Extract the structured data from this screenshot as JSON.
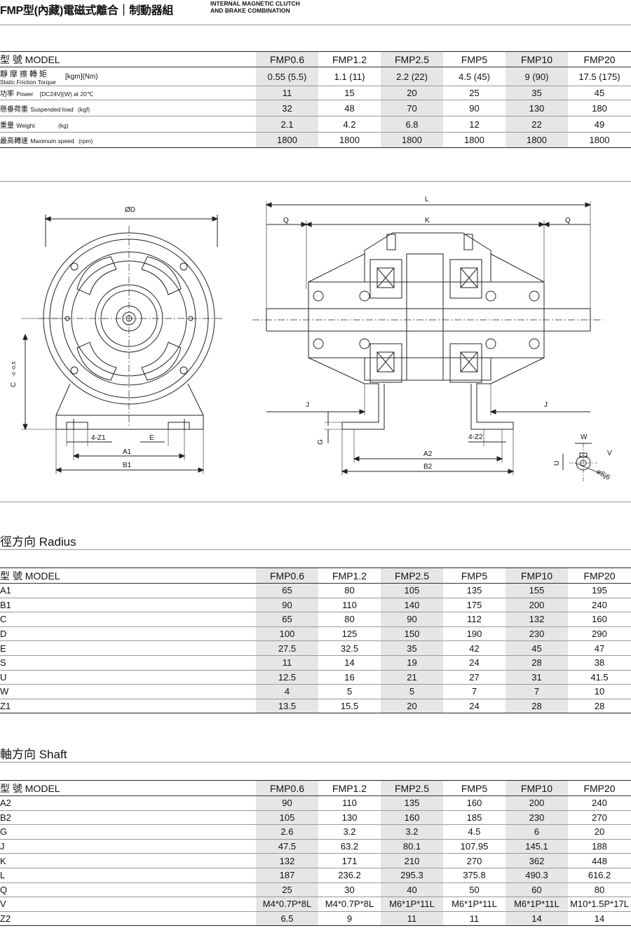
{
  "header": {
    "title": "FMP型(內藏)電磁式離合｜制動器組",
    "subtitle_line1": "INTERNAL MAGNETIC CLUTCH",
    "subtitle_line2": "AND BRAKE COMBINATION"
  },
  "models": [
    "FMP0.6",
    "FMP1.2",
    "FMP2.5",
    "FMP5",
    "FMP10",
    "FMP20"
  ],
  "spec": {
    "model_label": "型 號 MODEL",
    "rows": [
      {
        "zh": "靜摩擦轉矩",
        "en": "Static Friction Torque",
        "unit": "[kgm](Nm)",
        "values": [
          "0.55 (5.5)",
          "1.1 (11)",
          "2.2 (22)",
          "4.5 (45)",
          "9 (90)",
          "17.5 (175)"
        ]
      },
      {
        "zh": "功率",
        "en": "Power",
        "unit": "[DC24V](W) at 20℃",
        "values": [
          "11",
          "15",
          "20",
          "25",
          "35",
          "45"
        ]
      },
      {
        "zh": "懸垂荷重",
        "en": "Suspended load",
        "unit": "(kgf)",
        "values": [
          "32",
          "48",
          "70",
          "90",
          "130",
          "180"
        ]
      },
      {
        "zh": "重量",
        "en": "Weight",
        "unit": "(kg)",
        "values": [
          "2.1",
          "4.2",
          "6.8",
          "12",
          "22",
          "49"
        ]
      },
      {
        "zh": "最高轉速",
        "en": "Maximum speed",
        "unit": "(rpm)",
        "values": [
          "1800",
          "1800",
          "1800",
          "1800",
          "1800",
          "1800"
        ]
      }
    ]
  },
  "drawing": {
    "labels": {
      "od": "ØD",
      "c": "C",
      "c_tol": "-0\n-0.5",
      "four_z1": "4-Z1",
      "e": "E",
      "a1": "A1",
      "b1": "B1",
      "l": "L",
      "q": "Q",
      "k": "K",
      "j": "J",
      "g": "G",
      "a2": "A2",
      "b2": "B2",
      "four_z2": "4-Z2",
      "w": "W",
      "v": "V",
      "u": "U",
      "s": "øSj6"
    }
  },
  "radius": {
    "title": "徑方向  Radius",
    "model_label": "型 號 MODEL",
    "rows": [
      {
        "label": "A1",
        "values": [
          "65",
          "80",
          "105",
          "135",
          "155",
          "195"
        ]
      },
      {
        "label": "B1",
        "values": [
          "90",
          "110",
          "140",
          "175",
          "200",
          "240"
        ]
      },
      {
        "label": "C",
        "values": [
          "65",
          "80",
          "90",
          "112",
          "132",
          "160"
        ]
      },
      {
        "label": "D",
        "values": [
          "100",
          "125",
          "150",
          "190",
          "230",
          "290"
        ]
      },
      {
        "label": "E",
        "values": [
          "27.5",
          "32.5",
          "35",
          "42",
          "45",
          "47"
        ]
      },
      {
        "label": "S",
        "values": [
          "11",
          "14",
          "19",
          "24",
          "28",
          "38"
        ]
      },
      {
        "label": "U",
        "values": [
          "12.5",
          "16",
          "21",
          "27",
          "31",
          "41.5"
        ]
      },
      {
        "label": "W",
        "values": [
          "4",
          "5",
          "5",
          "7",
          "7",
          "10"
        ]
      },
      {
        "label": "Z1",
        "values": [
          "13.5",
          "15.5",
          "20",
          "24",
          "28",
          "28"
        ]
      }
    ]
  },
  "shaft": {
    "title": "軸方向  Shaft",
    "model_label": "型 號 MODEL",
    "rows": [
      {
        "label": "A2",
        "values": [
          "90",
          "110",
          "135",
          "160",
          "200",
          "240"
        ]
      },
      {
        "label": "B2",
        "values": [
          "105",
          "130",
          "160",
          "185",
          "230",
          "270"
        ]
      },
      {
        "label": "G",
        "values": [
          "2.6",
          "3.2",
          "3.2",
          "4.5",
          "6",
          "20"
        ]
      },
      {
        "label": "J",
        "values": [
          "47.5",
          "63.2",
          "80.1",
          "107.95",
          "145.1",
          "188"
        ]
      },
      {
        "label": "K",
        "values": [
          "132",
          "171",
          "210",
          "270",
          "362",
          "448"
        ]
      },
      {
        "label": "L",
        "values": [
          "187",
          "236.2",
          "295.3",
          "375.8",
          "490.3",
          "616.2"
        ]
      },
      {
        "label": "Q",
        "values": [
          "25",
          "30",
          "40",
          "50",
          "60",
          "80"
        ]
      },
      {
        "label": "V",
        "values": [
          "M4*0.7P*8L",
          "M4*0.7P*8L",
          "M6*1P*11L",
          "M6*1P*11L",
          "M6*1P*11L",
          "M10*1.5P*17L"
        ]
      },
      {
        "label": "Z2",
        "values": [
          "6.5",
          "9",
          "11",
          "11",
          "14",
          "14"
        ]
      }
    ]
  }
}
